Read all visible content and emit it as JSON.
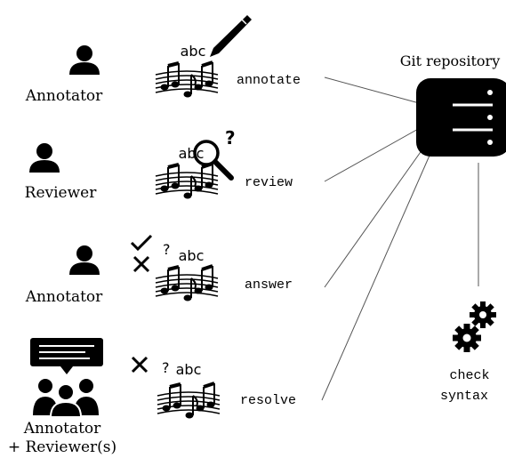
{
  "repository": {
    "label": "Git repository",
    "icon": "database-icon"
  },
  "check": {
    "line1": "check",
    "line2": "syntax",
    "icon": "gears-icon"
  },
  "rows": [
    {
      "role": "Annotator",
      "action": "annotate",
      "icon": "person-icon",
      "artifact": "abc",
      "tool": "pencil-icon"
    },
    {
      "role": "Reviewer",
      "action": "review",
      "icon": "person-icon",
      "artifact": "abc",
      "tool": "magnifier-icon",
      "mark": "?"
    },
    {
      "role": "Annotator",
      "action": "answer",
      "icon": "person-icon",
      "artifact": "abc",
      "mark": "?"
    },
    {
      "role": "Annotator",
      "role2": "+ Reviewer(s)",
      "action": "resolve",
      "icon": "group-chat-icon",
      "artifact": "abc",
      "mark": "?"
    }
  ],
  "colors": {
    "ink": "#000000",
    "line": "#555555",
    "background": "#ffffff"
  }
}
